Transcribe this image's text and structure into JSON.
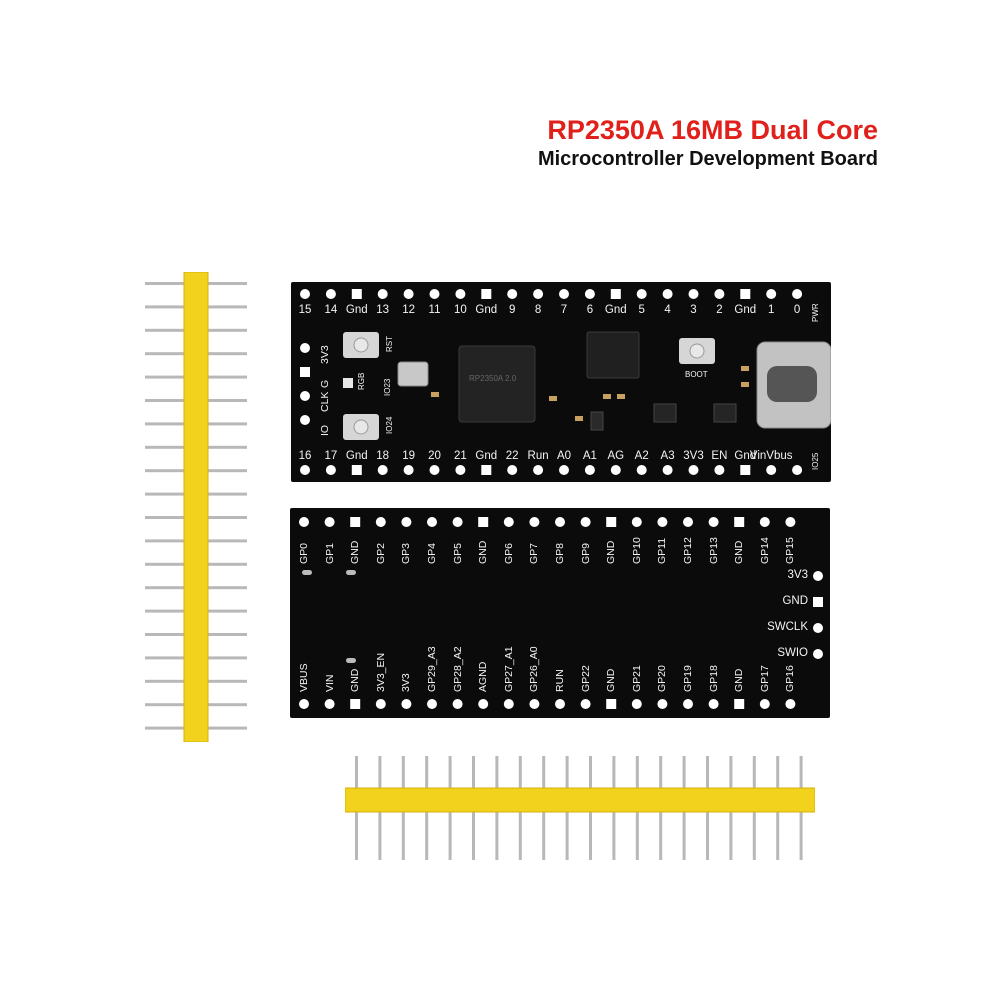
{
  "title": {
    "line1": "RP2350A 16MB Dual Core",
    "line2": "Microcontroller Development Board"
  },
  "top_board": {
    "top_pins": [
      "15",
      "14",
      "Gnd",
      "13",
      "12",
      "11",
      "10",
      "Gnd",
      "9",
      "8",
      "7",
      "6",
      "Gnd",
      "5",
      "4",
      "3",
      "2",
      "Gnd",
      "1",
      "0"
    ],
    "bottom_pins": [
      "16",
      "17",
      "Gnd",
      "18",
      "19",
      "20",
      "21",
      "Gnd",
      "22",
      "Run",
      "A0",
      "A1",
      "AG",
      "A2",
      "A3",
      "3V3",
      "EN",
      "Gnd",
      "VinVbus"
    ],
    "left_pins": [
      "3V3",
      "G",
      "CLK",
      "IO"
    ],
    "silk": {
      "rst": "RST",
      "boot": "BOOT",
      "rgb": "RGB",
      "io23": "IO23",
      "io24": "IO24",
      "pwr": "PWR",
      "io25": "IO25",
      "chip_text": "RP2350A 2.0"
    }
  },
  "bottom_board": {
    "top_pins": [
      "GP0",
      "GP1",
      "GND",
      "GP2",
      "GP3",
      "GP4",
      "GP5",
      "GND",
      "GP6",
      "GP7",
      "GP8",
      "GP9",
      "GND",
      "GP10",
      "GP11",
      "GP12",
      "GP13",
      "GND",
      "GP14",
      "GP15"
    ],
    "bottom_pins": [
      "VBUS",
      "VIN",
      "GND",
      "3V3_EN",
      "3V3",
      "GP29_A3",
      "GP28_A2",
      "AGND",
      "GP27_A1",
      "GP26_A0",
      "RUN",
      "GP22",
      "GND",
      "GP21",
      "GP20",
      "GP19",
      "GP18",
      "GND",
      "GP17",
      "GP16"
    ],
    "debug_pins": [
      "3V3",
      "GND",
      "SWCLK",
      "SWIO"
    ]
  },
  "colors": {
    "title_red": "#e0201a",
    "pcb": "#0b0b0b",
    "header_plastic": "#f2d21c",
    "pin_metal": "#b8b8b8"
  }
}
